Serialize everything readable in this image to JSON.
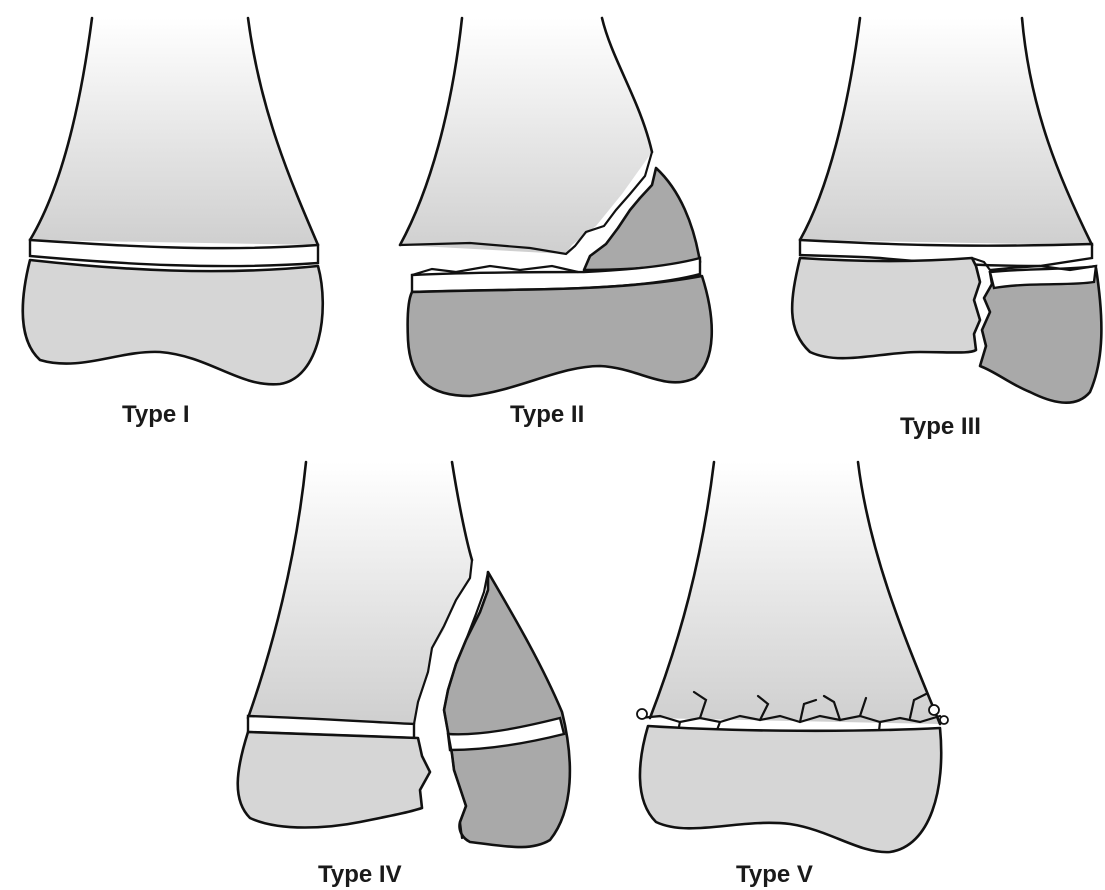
{
  "labels": {
    "type1": "Type I",
    "type2": "Type II",
    "type3": "Type III",
    "type4": "Type IV",
    "type5": "Type V"
  },
  "colors": {
    "shaft_top": "#ffffff",
    "shaft_bottom": "#cfcfcf",
    "epiphysis": "#d6d6d6",
    "fragment": "#a9a9a9",
    "outline": "#111111"
  }
}
